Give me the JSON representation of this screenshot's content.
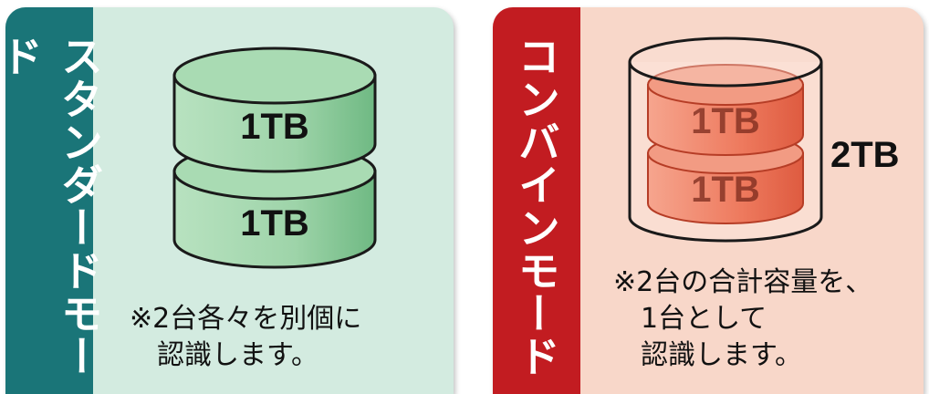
{
  "standard": {
    "title": "スタンダードモード",
    "disk_top_label": "1TB",
    "disk_bottom_label": "1TB",
    "note_line1": "※2台各々を別個に",
    "note_line2": "認識します。",
    "band_color": "#1a7578",
    "disk_color": "#9ed4a9"
  },
  "combine": {
    "title": "コンバインモード",
    "disk_top_label": "1TB",
    "disk_bottom_label": "1TB",
    "total_label": "2TB",
    "note_line1": "※2台の合計容量を、",
    "note_line2": "1台として",
    "note_line3": "認識します。",
    "band_color": "#c21c21",
    "disk_color": "#ee7a5e"
  }
}
